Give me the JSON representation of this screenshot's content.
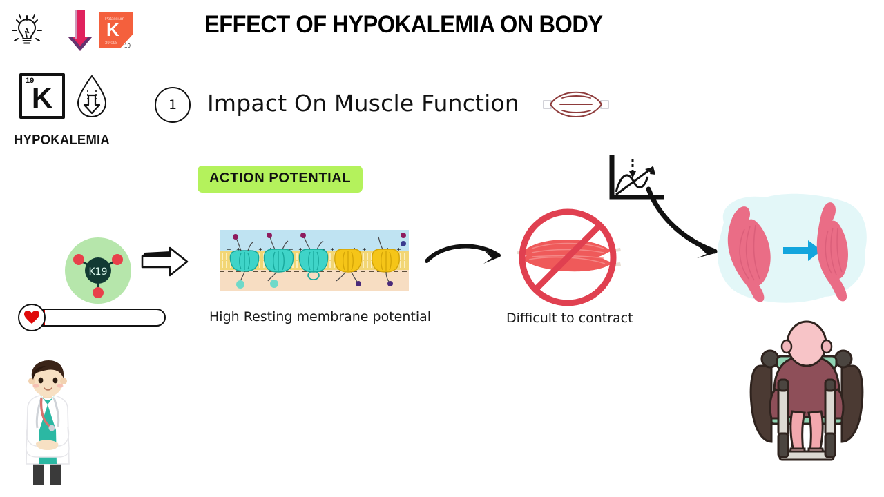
{
  "title": "EFFECT OF HYPOKALEMIA ON BODY",
  "left_label": {
    "element_symbol": "K",
    "atomic_number": "19",
    "name": "HYPOKALEMIA"
  },
  "periodic_tile": {
    "element_name": "Potassium",
    "symbol": "K",
    "atomic_mass": "39.098",
    "atomic_number": "19"
  },
  "section": {
    "number": "1",
    "heading": "Impact On Muscle Function"
  },
  "badge": {
    "action_potential": "ACTION POTENTIAL"
  },
  "atom": {
    "label": "K19"
  },
  "captions": {
    "membrane": "High Resting membrane potential",
    "contract": "Difficult to contract"
  },
  "icons": {
    "bulb": "lightbulb-icon",
    "down_arrow": "down-arrow-icon",
    "blood_drop": "blood-drop-down-icon",
    "muscle_outline": "muscle-outline-icon",
    "block_arrow": "block-arrow-right-icon",
    "curved_arrow": "curved-arrow-right-icon",
    "prohibition": "no-entry-icon",
    "trend_graph": "trend-graph-icon",
    "heart": "heart-icon",
    "transition_arrow": "blue-arrow-right-icon"
  },
  "colors": {
    "title_text": "#000000",
    "badge_bg": "#b4f25c",
    "potassium_tile": "#f4603d",
    "atom_halo": "#b6e6ab",
    "atom_core": "#123a33",
    "atom_dot": "#e8404a",
    "gauge_fill": "#ea0606",
    "membrane_extracellular": "#bfe3f2",
    "membrane_lipid": "#f2d675",
    "membrane_cytoplasm": "#f7ddc2",
    "channel_teal": "#3fd4c8",
    "channel_yellow": "#f5c518",
    "prohibition_red": "#e04050",
    "muscle_salmon": "#ef5a5a",
    "muscle_pink": "#ea6d86",
    "muscle_panel_bg": "#e3f7f8",
    "blue_arrow": "#13a5dd",
    "doctor_scrubs": "#2bb8a3",
    "doctor_hair": "#3b2418",
    "wheelchair_top": "#8e4f59",
    "wheelchair_seat": "#8fd3b2"
  },
  "gauge": {
    "fill_percent": "16"
  }
}
